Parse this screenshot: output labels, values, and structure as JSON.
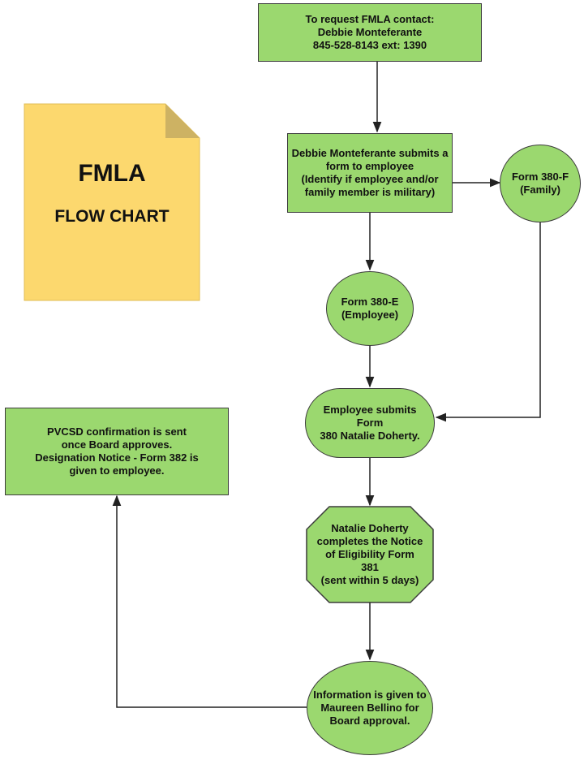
{
  "note": {
    "title": "FMLA",
    "subtitle": "FLOW CHART",
    "color": "#fcd86e"
  },
  "nodes": {
    "contact": "To request FMLA contact:\nDebbie Monteferante\n845-528-8143 ext: 1390",
    "submit_form": "Debbie Monteferante submits a\nform to employee\n(Identify if employee and/or\nfamily member is military)",
    "form_380f": "Form 380-F\n(Family)",
    "form_380e": "Form 380-E\n(Employee)",
    "employee_submits": "Employee submits Form\n380 Natalie Doherty.",
    "eligibility": "Natalie Doherty\ncompletes the Notice\nof Eligibility Form\n381\n(sent within 5 days)",
    "info_given": "Information is given to\nMaureen Bellino for\nBoard approval.",
    "confirmation": "PVCSD confirmation is sent\nonce Board approves.\nDesignation Notice - Form 382 is\ngiven to employee."
  },
  "colors": {
    "node_fill": "#9bd86f",
    "stroke": "#3c3c3c",
    "edge": "#222222"
  }
}
